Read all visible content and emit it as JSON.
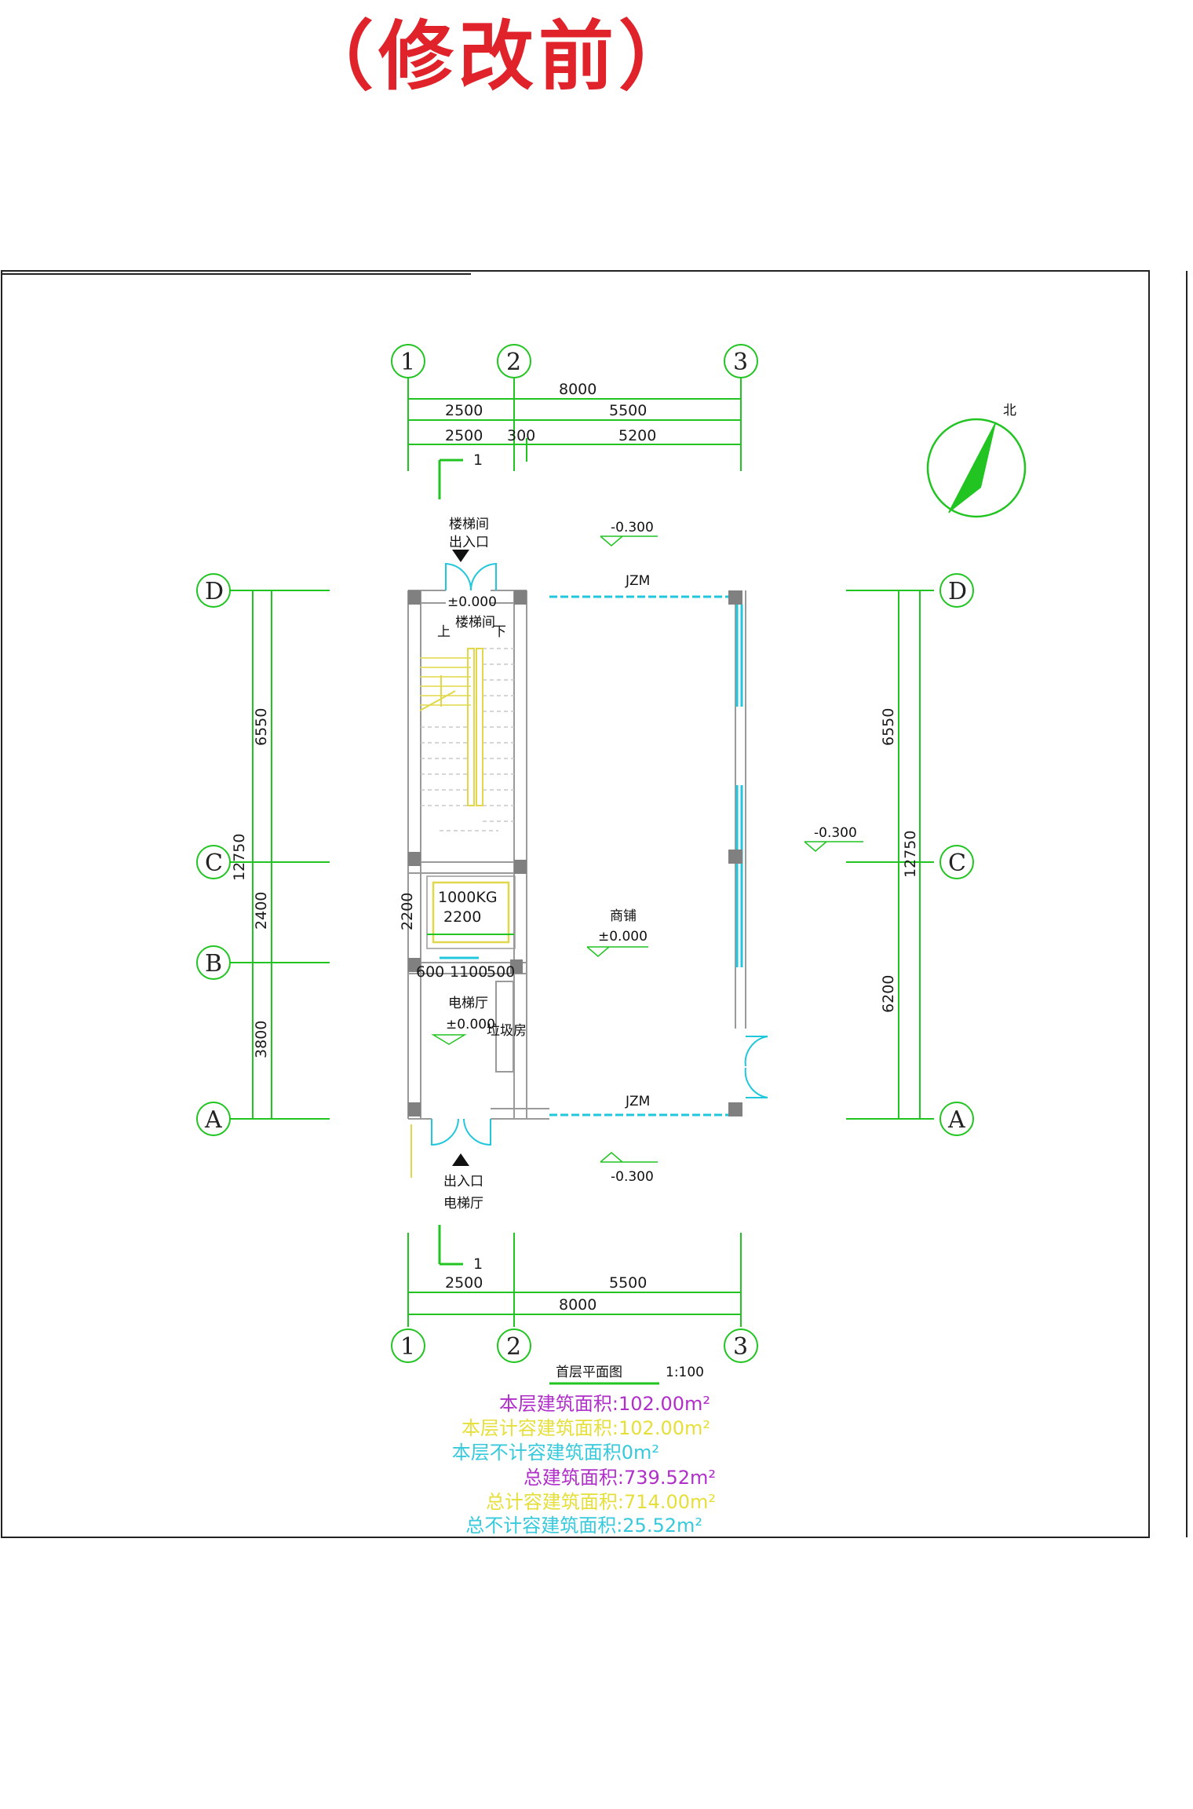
{
  "page": {
    "title": "（修改前）"
  },
  "grid_axes": {
    "columns": [
      "1",
      "2",
      "3"
    ],
    "rows": [
      "D",
      "C",
      "B",
      "A"
    ]
  },
  "dimensions": {
    "top_total": "8000",
    "top_row1": [
      "2500",
      "5500"
    ],
    "top_row2": [
      "2500",
      "300",
      "5200"
    ],
    "bottom_row1": [
      "2500",
      "5500"
    ],
    "bottom_total": "8000",
    "left_outer": "12750",
    "left_inner": [
      "6550",
      "2400",
      "3800"
    ],
    "right_outer": "12750",
    "right_inner": [
      "6550",
      "6200"
    ],
    "elevator_depth": "2200",
    "elevator_hall_widths": [
      "600",
      "1100",
      "500"
    ]
  },
  "labels": {
    "north": "北",
    "section_mark": "1",
    "stair_entrance": [
      "楼梯间",
      "出入口"
    ],
    "elevator_entrance": [
      "电梯厅",
      "出入口"
    ],
    "stair_room": "楼梯间",
    "stair_up": "上",
    "stair_down": "下",
    "shop": "商铺",
    "elevator_hall": "电梯厅",
    "elevator_capacity": "1000KG",
    "elevator_size": "2200",
    "garbage_room": "垃圾房",
    "door_code": "JZM",
    "level_zero": "±0.000",
    "level_outside": "-0.300"
  },
  "plan_title": {
    "name": "首层平面图",
    "scale": "1:100"
  },
  "area_notes": [
    {
      "text": "本层建筑面积:102.00m²",
      "color": "#b02fc9"
    },
    {
      "text": "本层计容建筑面积:102.00m²",
      "color": "#e6df3a"
    },
    {
      "text": "本层不计容建筑面积0m²",
      "color": "#37c9dc"
    },
    {
      "text": "总建筑面积:739.52m²",
      "color": "#b02fc9"
    },
    {
      "text": "总计容建筑面积:714.00m²",
      "color": "#e6df3a"
    },
    {
      "text": "总不计容建筑面积:25.52m²",
      "color": "#37c9dc"
    }
  ],
  "colors": {
    "title": "#e0222a",
    "dimension_lines": "#21c421",
    "walls": "#aaaaaa",
    "columns": "#808080",
    "glazing": "#22c7dc",
    "stair_lines": "#e0d84a",
    "door_swings": "#22c7dc"
  }
}
